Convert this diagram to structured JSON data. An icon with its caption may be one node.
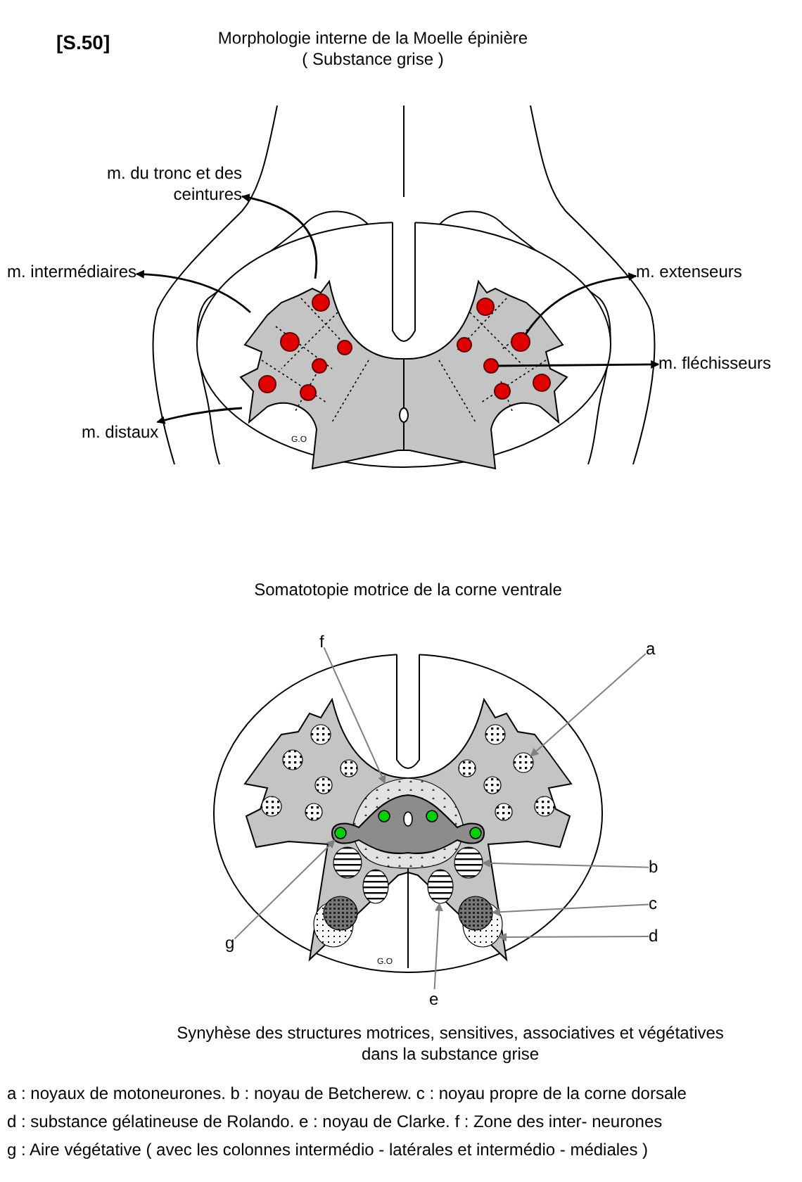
{
  "diagram": {
    "title": "Morphologie interne de la Moelle épinière ( Substance grise )",
    "nodes": [
      {
        "text": [
          "m. du tronc et des ceintures"
        ]
      },
      {
        "text": [
          "m. intermédiaires"
        ]
      },
      {
        "text": [
          "m. extenseurs"
        ]
      },
      {
        "text": [],
        "shape": "circle"
      },
      {
        "text": [
          "m. fléchisseurs"
        ]
      },
      {
        "text": [],
        "shape": "circle"
      },
      {
        "text": [
          "m. distaux"
        ]
      },
      {
        "text": [
          "f"
        ]
      },
      {
        "text": [
          "a"
        ]
      },
      {
        "text": [],
        "shape": "circle"
      },
      {
        "text": [],
        "shape": "band"
      },
      {
        "text": [],
        "shape": "band"
      },
      {
        "text": [],
        "shape": "circle"
      },
      {
        "text": [
          "b"
        ]
      },
      {
        "text": [],
        "shape": "circle"
      },
      {
        "text": [
          "c"
        ]
      },
      {
        "text": [],
        "shape": "circle"
      },
      {
        "text": [],
        "shape": "circle"
      },
      {
        "text": [
          "d"
        ]
      },
      {
        "text": [
          "g"
        ]
      },
      {
        "text": [
          "e"
        ]
      }
    ],
    "edges": [
      {
        "from": null,
        "to": 0,
        "arrow": "to",
        "color": "#000000"
      },
      {
        "from": null,
        "to": 1,
        "arrow": "to",
        "color": "#000000"
      },
      {
        "from": 3,
        "to": 2,
        "arrow": "to",
        "color": "#000000"
      },
      {
        "from": 5,
        "to": 4,
        "arrow": "to",
        "color": "#000000"
      },
      {
        "from": null,
        "to": 6,
        "arrow": "to",
        "color": "#000000"
      },
      {
        "from": 7,
        "to": 10,
        "arrow": "to"
      },
      {
        "from": 8,
        "to": 9,
        "arrow": "to"
      },
      {
        "from": 13,
        "to": 12,
        "arrow": "to"
      },
      {
        "from": 15,
        "to": 16,
        "arrow": "to"
      },
      {
        "from": 18,
        "to": 17,
        "arrow": "to"
      },
      {
        "from": 19,
        "to": 11,
        "arrow": "to"
      },
      {
        "from": 20,
        "to": 14,
        "arrow": "to"
      }
    ],
    "labels": [
      "[S.50]",
      "G.O",
      "Somatotopie motrice de la corne ventrale",
      "G.O",
      "Synyhèse des structures motrices, sensitives, associatives et végétatives dans la substance grise",
      "a : noyaux de motoneurones. b : noyau de Betcherew. c : noyau propre de la corne dorsale",
      "d : substance gélatineuse de Rolando. e : noyau de Clarke. f : Zone des inter- neurones",
      "g : Aire végétative ( avec les colonnes intermédio - latérales et intermédio - médiales )"
    ]
  }
}
